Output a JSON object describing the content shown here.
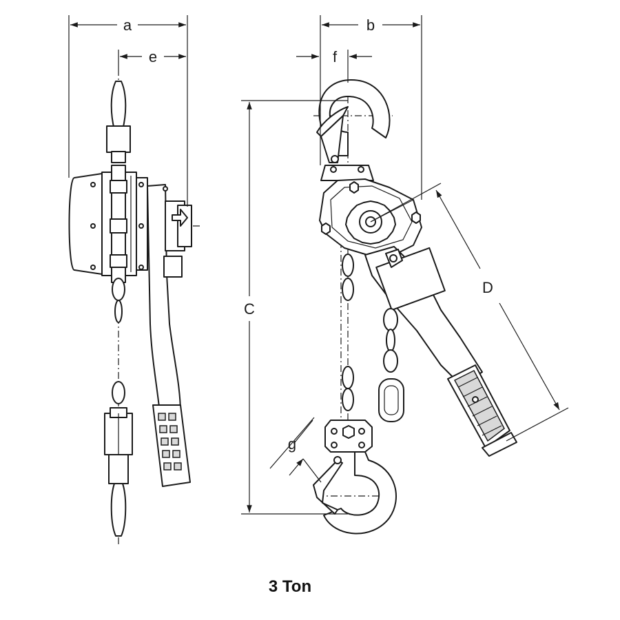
{
  "dimensions": {
    "a": "a",
    "b": "b",
    "c": "C",
    "d": "D",
    "e": "e",
    "f": "f",
    "g": "g"
  },
  "caption": "3 Ton"
}
